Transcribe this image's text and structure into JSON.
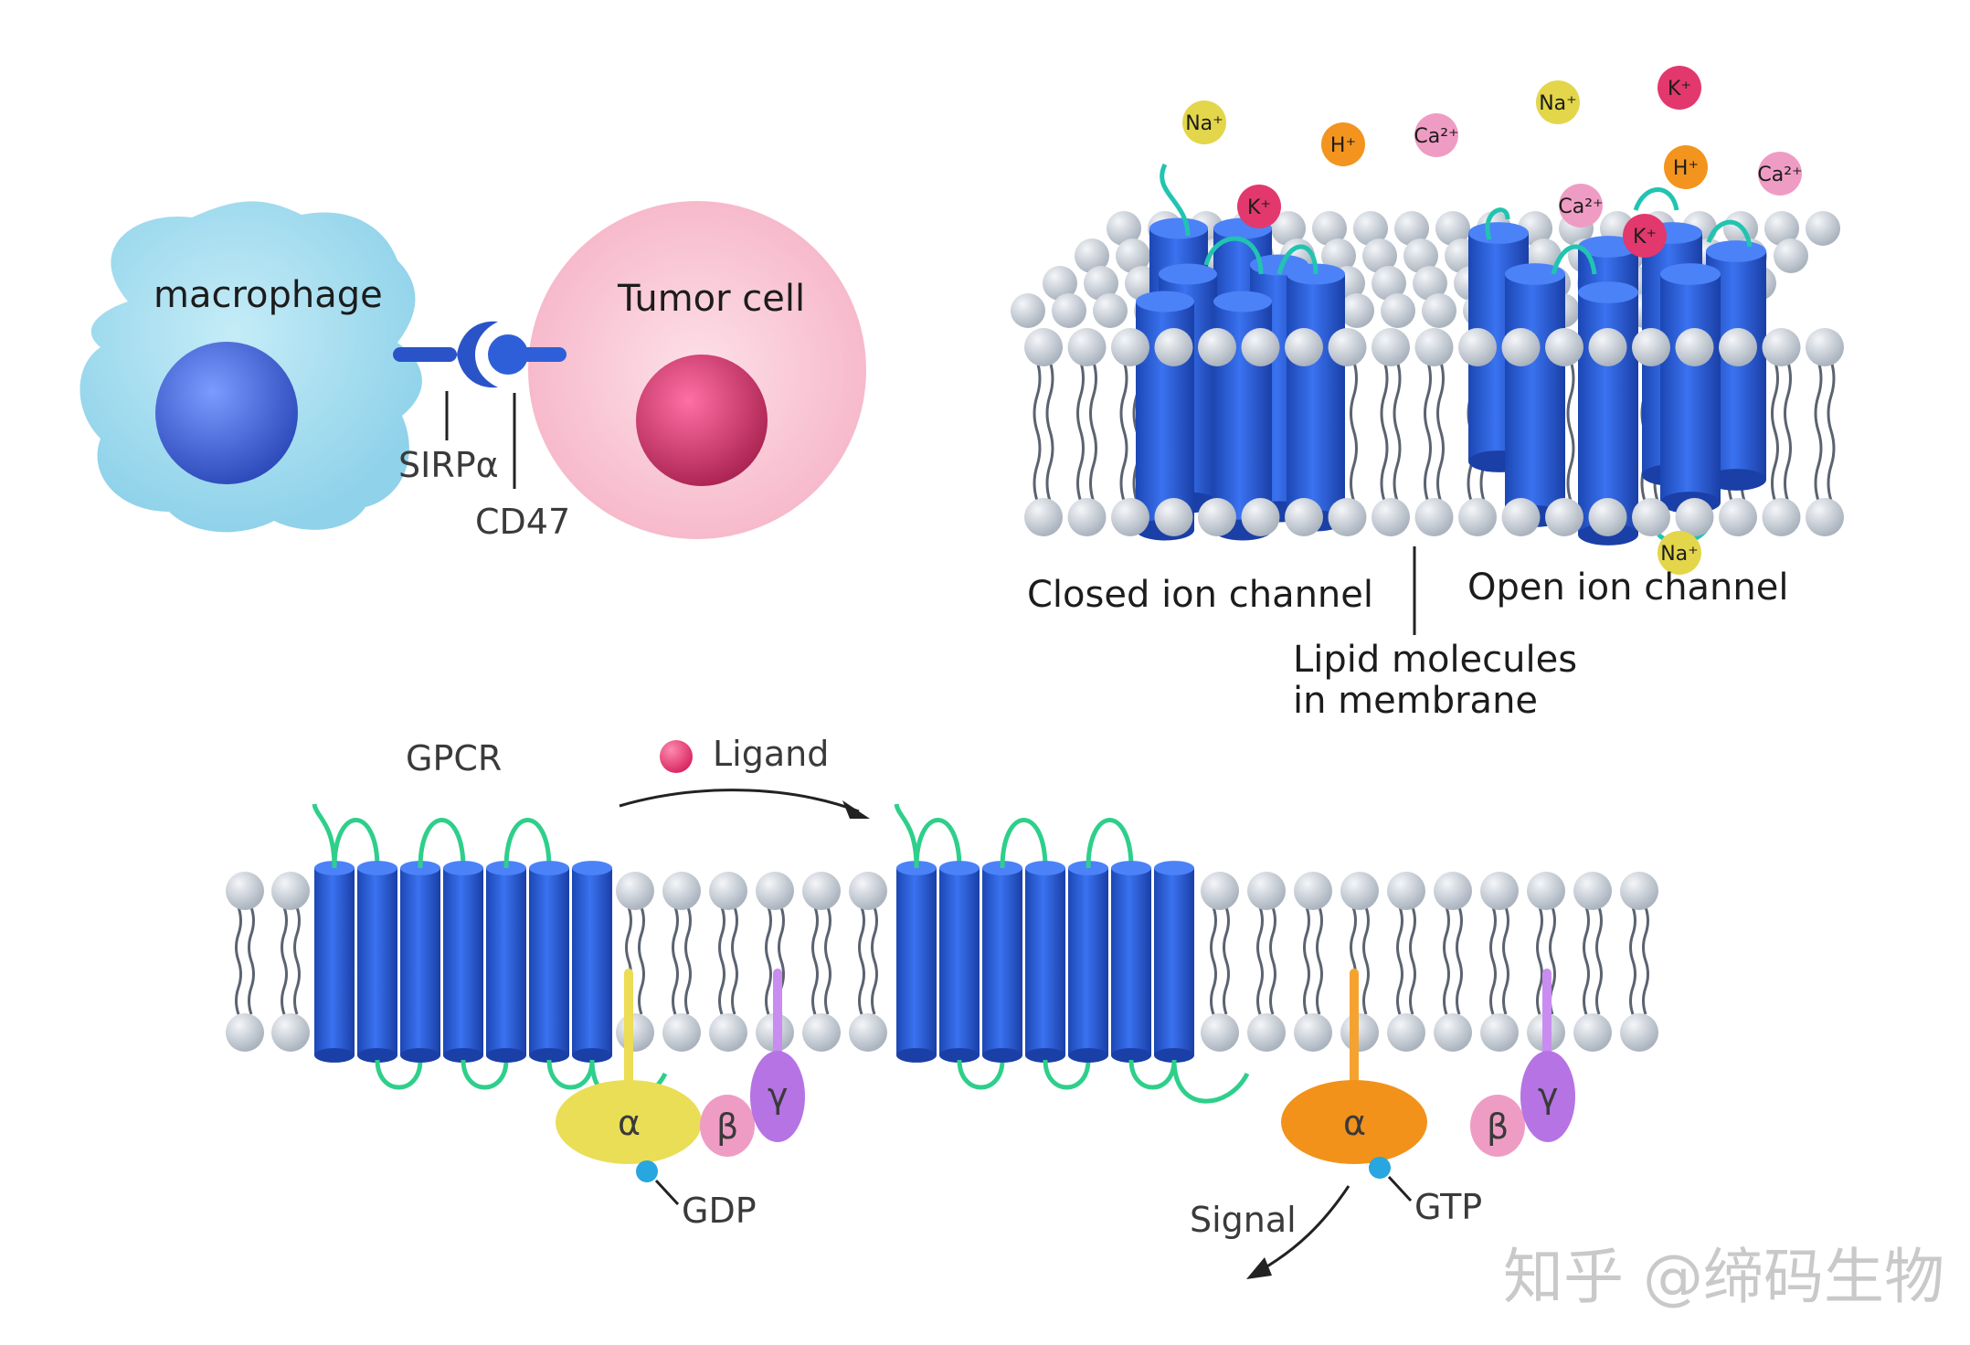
{
  "panel_macrophage": {
    "macrophage_label": "macrophage",
    "tumor_label": "Tumor cell",
    "receptor_label": "SIRPα",
    "ligand_label": "CD47"
  },
  "panel_ion_channel": {
    "closed_label": "Closed ion channel",
    "open_label": "Open ion channel",
    "lipid_label_line1": "Lipid molecules",
    "lipid_label_line2": "in membrane",
    "ions": [
      {
        "label": "Na⁺",
        "color": "#e3d64a"
      },
      {
        "label": "H⁺",
        "color": "#f2941e"
      },
      {
        "label": "Ca²⁺",
        "color": "#ef9cc4"
      },
      {
        "label": "Na⁺",
        "color": "#e3d64a"
      },
      {
        "label": "K⁺",
        "color": "#e2386d"
      },
      {
        "label": "H⁺",
        "color": "#f2941e"
      },
      {
        "label": "Ca²⁺",
        "color": "#ef9cc4"
      },
      {
        "label": "K⁺",
        "color": "#e2386d"
      },
      {
        "label": "Ca²⁺",
        "color": "#ef9cc4"
      },
      {
        "label": "K⁺",
        "color": "#e2386d"
      },
      {
        "label": "Na⁺",
        "color": "#e3d64a"
      }
    ]
  },
  "panel_gpcr": {
    "gpcr_label": "GPCR",
    "ligand_label": "Ligand",
    "alpha": "α",
    "beta": "β",
    "gamma": "γ",
    "gdp_label": "GDP",
    "gtp_label": "GTP",
    "signal_label": "Signal"
  },
  "watermark": "知乎 @缔码生物",
  "colors": {
    "macrophage": "#a9dff0",
    "nucleus_blue": "#3a5fd6",
    "tumor": "#f7c5d3",
    "tumor_nucleus": "#d43d74",
    "channel_blue": "#2f63e0",
    "loop_green": "#2ecf8a",
    "lipid_head": "#c7ced7",
    "alpha_inactive": "#e8de52",
    "alpha_active": "#f2921a",
    "beta": "#ef9cc4",
    "gamma": "#b573e4"
  }
}
